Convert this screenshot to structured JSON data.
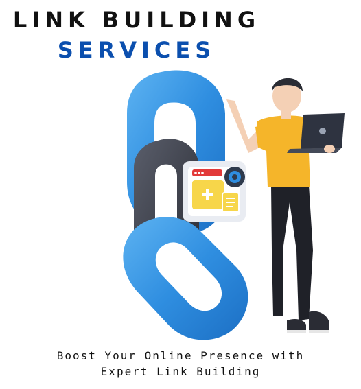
{
  "heading": {
    "line1": "LINK BUILDING",
    "line2": "SERVICES"
  },
  "tagline": {
    "line1": "Boost Your Online Presence with",
    "line2": "Expert Link Building"
  },
  "colors": {
    "heading_dark": "#111111",
    "heading_blue": "#0b4fae",
    "chain_blue": "#2f8ee0",
    "chain_dark": "#3a3d48",
    "shirt_yellow": "#f5b52a"
  }
}
